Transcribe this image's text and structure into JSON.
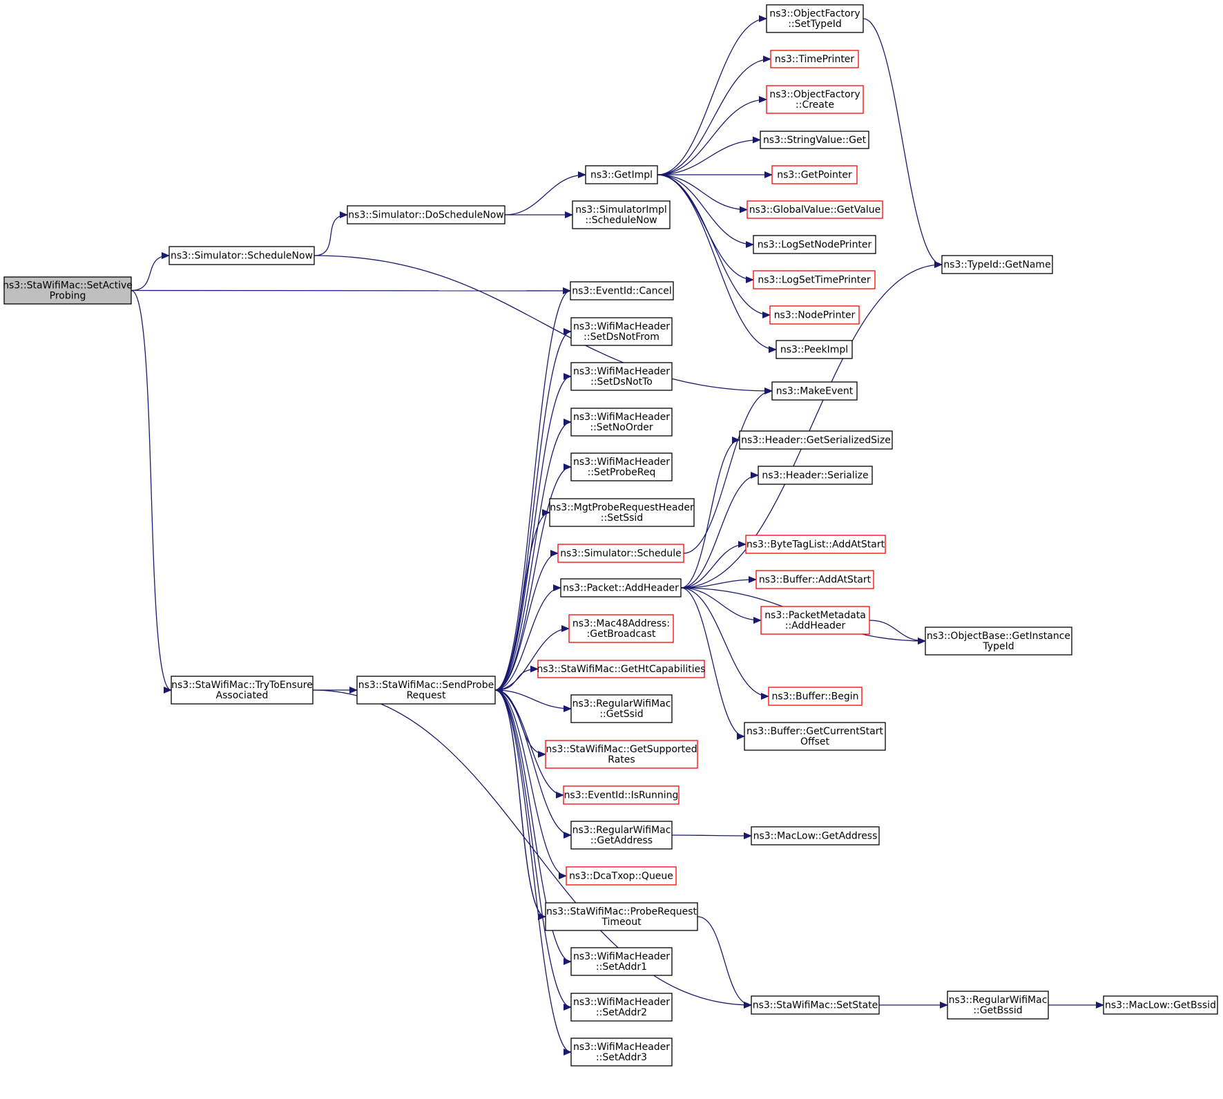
{
  "colors": {
    "edge": "#191970",
    "border_normal": "#000000",
    "border_red": "#ff0000",
    "root_fill": "#bfbfbf",
    "node_fill": "#ffffff"
  },
  "nodes": [
    {
      "id": "setActive",
      "lines": [
        "ns3::StaWifiMac::SetActive",
        "Probing"
      ],
      "kind": "root"
    },
    {
      "id": "scheduleNow",
      "lines": [
        "ns3::Simulator::ScheduleNow"
      ],
      "kind": "normal"
    },
    {
      "id": "doScheduleNow",
      "lines": [
        "ns3::Simulator::DoScheduleNow"
      ],
      "kind": "normal"
    },
    {
      "id": "getImpl",
      "lines": [
        "ns3::GetImpl"
      ],
      "kind": "normal"
    },
    {
      "id": "simImplScheduleNow",
      "lines": [
        "ns3::SimulatorImpl",
        "::ScheduleNow"
      ],
      "kind": "normal"
    },
    {
      "id": "ofSetTypeId",
      "lines": [
        "ns3::ObjectFactory",
        "::SetTypeId"
      ],
      "kind": "normal"
    },
    {
      "id": "timePrinter",
      "lines": [
        "ns3::TimePrinter"
      ],
      "kind": "red"
    },
    {
      "id": "ofCreate",
      "lines": [
        "ns3::ObjectFactory",
        "::Create"
      ],
      "kind": "red"
    },
    {
      "id": "stringValueGet",
      "lines": [
        "ns3::StringValue::Get"
      ],
      "kind": "normal"
    },
    {
      "id": "getPointer",
      "lines": [
        "ns3::GetPointer"
      ],
      "kind": "red"
    },
    {
      "id": "globalValueGet",
      "lines": [
        "ns3::GlobalValue::GetValue"
      ],
      "kind": "red"
    },
    {
      "id": "logSetNodePrinter",
      "lines": [
        "ns3::LogSetNodePrinter"
      ],
      "kind": "normal"
    },
    {
      "id": "logSetTimePrinter",
      "lines": [
        "ns3::LogSetTimePrinter"
      ],
      "kind": "red"
    },
    {
      "id": "nodePrinter",
      "lines": [
        "ns3::NodePrinter"
      ],
      "kind": "red"
    },
    {
      "id": "peekImpl",
      "lines": [
        "ns3::PeekImpl"
      ],
      "kind": "normal"
    },
    {
      "id": "makeEvent",
      "lines": [
        "ns3::MakeEvent"
      ],
      "kind": "normal"
    },
    {
      "id": "typeIdGetName",
      "lines": [
        "ns3::TypeId::GetName"
      ],
      "kind": "normal"
    },
    {
      "id": "eventIdCancel",
      "lines": [
        "ns3::EventId::Cancel"
      ],
      "kind": "normal"
    },
    {
      "id": "setDsNotFrom",
      "lines": [
        "ns3::WifiMacHeader",
        "::SetDsNotFrom"
      ],
      "kind": "normal"
    },
    {
      "id": "setDsNotTo",
      "lines": [
        "ns3::WifiMacHeader",
        "::SetDsNotTo"
      ],
      "kind": "normal"
    },
    {
      "id": "setNoOrder",
      "lines": [
        "ns3::WifiMacHeader",
        "::SetNoOrder"
      ],
      "kind": "normal"
    },
    {
      "id": "setProbeReq",
      "lines": [
        "ns3::WifiMacHeader",
        "::SetProbeReq"
      ],
      "kind": "normal"
    },
    {
      "id": "mgtSetSsid",
      "lines": [
        "ns3::MgtProbeRequestHeader",
        "::SetSsid"
      ],
      "kind": "normal"
    },
    {
      "id": "simSchedule",
      "lines": [
        "ns3::Simulator::Schedule"
      ],
      "kind": "red"
    },
    {
      "id": "packetAddHeader",
      "lines": [
        "ns3::Packet::AddHeader"
      ],
      "kind": "normal"
    },
    {
      "id": "mac48GetBroadcast",
      "lines": [
        "ns3::Mac48Address:",
        ":GetBroadcast"
      ],
      "kind": "red"
    },
    {
      "id": "getHtCap",
      "lines": [
        "ns3::StaWifiMac::GetHtCapabilities"
      ],
      "kind": "red"
    },
    {
      "id": "rwmGetSsid",
      "lines": [
        "ns3::RegularWifiMac",
        "::GetSsid"
      ],
      "kind": "normal"
    },
    {
      "id": "getSupportedRates",
      "lines": [
        "ns3::StaWifiMac::GetSupported",
        "Rates"
      ],
      "kind": "red"
    },
    {
      "id": "eventIdIsRunning",
      "lines": [
        "ns3::EventId::IsRunning"
      ],
      "kind": "red"
    },
    {
      "id": "rwmGetAddress",
      "lines": [
        "ns3::RegularWifiMac",
        "::GetAddress"
      ],
      "kind": "normal"
    },
    {
      "id": "dcaQueue",
      "lines": [
        "ns3::DcaTxop::Queue"
      ],
      "kind": "red"
    },
    {
      "id": "probeReqTimeout",
      "lines": [
        "ns3::StaWifiMac::ProbeRequest",
        "Timeout"
      ],
      "kind": "normal"
    },
    {
      "id": "setAddr1",
      "lines": [
        "ns3::WifiMacHeader",
        "::SetAddr1"
      ],
      "kind": "normal"
    },
    {
      "id": "setAddr2",
      "lines": [
        "ns3::WifiMacHeader",
        "::SetAddr2"
      ],
      "kind": "normal"
    },
    {
      "id": "setAddr3",
      "lines": [
        "ns3::WifiMacHeader",
        "::SetAddr3"
      ],
      "kind": "normal"
    },
    {
      "id": "tryToEnsure",
      "lines": [
        "ns3::StaWifiMac::TryToEnsure",
        "Associated"
      ],
      "kind": "normal"
    },
    {
      "id": "sendProbeReq",
      "lines": [
        "ns3::StaWifiMac::SendProbe",
        "Request"
      ],
      "kind": "normal"
    },
    {
      "id": "headerGetSerSize",
      "lines": [
        "ns3::Header::GetSerializedSize"
      ],
      "kind": "normal"
    },
    {
      "id": "headerSerialize",
      "lines": [
        "ns3::Header::Serialize"
      ],
      "kind": "normal"
    },
    {
      "id": "byteTagAddAtStart",
      "lines": [
        "ns3::ByteTagList::AddAtStart"
      ],
      "kind": "red"
    },
    {
      "id": "bufferAddAtStart",
      "lines": [
        "ns3::Buffer::AddAtStart"
      ],
      "kind": "red"
    },
    {
      "id": "pmAddHeader",
      "lines": [
        "ns3::PacketMetadata",
        "::AddHeader"
      ],
      "kind": "red"
    },
    {
      "id": "objBaseGetInstance",
      "lines": [
        "ns3::ObjectBase::GetInstance",
        "TypeId"
      ],
      "kind": "normal"
    },
    {
      "id": "bufferBegin",
      "lines": [
        "ns3::Buffer::Begin"
      ],
      "kind": "red"
    },
    {
      "id": "bufferGetCurStart",
      "lines": [
        "ns3::Buffer::GetCurrentStart",
        "Offset"
      ],
      "kind": "normal"
    },
    {
      "id": "macLowGetAddress",
      "lines": [
        "ns3::MacLow::GetAddress"
      ],
      "kind": "normal"
    },
    {
      "id": "setState",
      "lines": [
        "ns3::StaWifiMac::SetState"
      ],
      "kind": "normal"
    },
    {
      "id": "rwmGetBssid",
      "lines": [
        "ns3::RegularWifiMac",
        "::GetBssid"
      ],
      "kind": "normal"
    },
    {
      "id": "macLowGetBssid",
      "lines": [
        "ns3::MacLow::GetBssid"
      ],
      "kind": "normal"
    }
  ],
  "edges": [
    [
      "setActive",
      "scheduleNow"
    ],
    [
      "setActive",
      "eventIdCancel"
    ],
    [
      "setActive",
      "tryToEnsure"
    ],
    [
      "scheduleNow",
      "doScheduleNow"
    ],
    [
      "scheduleNow",
      "makeEvent"
    ],
    [
      "doScheduleNow",
      "getImpl"
    ],
    [
      "doScheduleNow",
      "simImplScheduleNow"
    ],
    [
      "getImpl",
      "ofSetTypeId"
    ],
    [
      "getImpl",
      "timePrinter"
    ],
    [
      "getImpl",
      "ofCreate"
    ],
    [
      "getImpl",
      "stringValueGet"
    ],
    [
      "getImpl",
      "getPointer"
    ],
    [
      "getImpl",
      "globalValueGet"
    ],
    [
      "getImpl",
      "logSetNodePrinter"
    ],
    [
      "getImpl",
      "logSetTimePrinter"
    ],
    [
      "getImpl",
      "nodePrinter"
    ],
    [
      "getImpl",
      "peekImpl"
    ],
    [
      "ofSetTypeId",
      "typeIdGetName"
    ],
    [
      "tryToEnsure",
      "sendProbeReq"
    ],
    [
      "tryToEnsure",
      "setState"
    ],
    [
      "sendProbeReq",
      "eventIdCancel"
    ],
    [
      "sendProbeReq",
      "setDsNotFrom"
    ],
    [
      "sendProbeReq",
      "setDsNotTo"
    ],
    [
      "sendProbeReq",
      "setNoOrder"
    ],
    [
      "sendProbeReq",
      "setProbeReq"
    ],
    [
      "sendProbeReq",
      "mgtSetSsid"
    ],
    [
      "sendProbeReq",
      "simSchedule"
    ],
    [
      "sendProbeReq",
      "packetAddHeader"
    ],
    [
      "sendProbeReq",
      "mac48GetBroadcast"
    ],
    [
      "sendProbeReq",
      "getHtCap"
    ],
    [
      "sendProbeReq",
      "rwmGetSsid"
    ],
    [
      "sendProbeReq",
      "getSupportedRates"
    ],
    [
      "sendProbeReq",
      "eventIdIsRunning"
    ],
    [
      "sendProbeReq",
      "rwmGetAddress"
    ],
    [
      "sendProbeReq",
      "dcaQueue"
    ],
    [
      "sendProbeReq",
      "probeReqTimeout"
    ],
    [
      "sendProbeReq",
      "setAddr1"
    ],
    [
      "sendProbeReq",
      "setAddr2"
    ],
    [
      "sendProbeReq",
      "setAddr3"
    ],
    [
      "simSchedule",
      "makeEvent"
    ],
    [
      "packetAddHeader",
      "headerGetSerSize"
    ],
    [
      "packetAddHeader",
      "headerSerialize"
    ],
    [
      "packetAddHeader",
      "typeIdGetName"
    ],
    [
      "packetAddHeader",
      "byteTagAddAtStart"
    ],
    [
      "packetAddHeader",
      "bufferAddAtStart"
    ],
    [
      "packetAddHeader",
      "pmAddHeader"
    ],
    [
      "packetAddHeader",
      "objBaseGetInstance"
    ],
    [
      "packetAddHeader",
      "bufferBegin"
    ],
    [
      "packetAddHeader",
      "bufferGetCurStart"
    ],
    [
      "pmAddHeader",
      "objBaseGetInstance"
    ],
    [
      "rwmGetAddress",
      "macLowGetAddress"
    ],
    [
      "probeReqTimeout",
      "sendProbeReq"
    ],
    [
      "probeReqTimeout",
      "setState"
    ],
    [
      "setState",
      "rwmGetBssid"
    ],
    [
      "rwmGetBssid",
      "macLowGetBssid"
    ]
  ]
}
